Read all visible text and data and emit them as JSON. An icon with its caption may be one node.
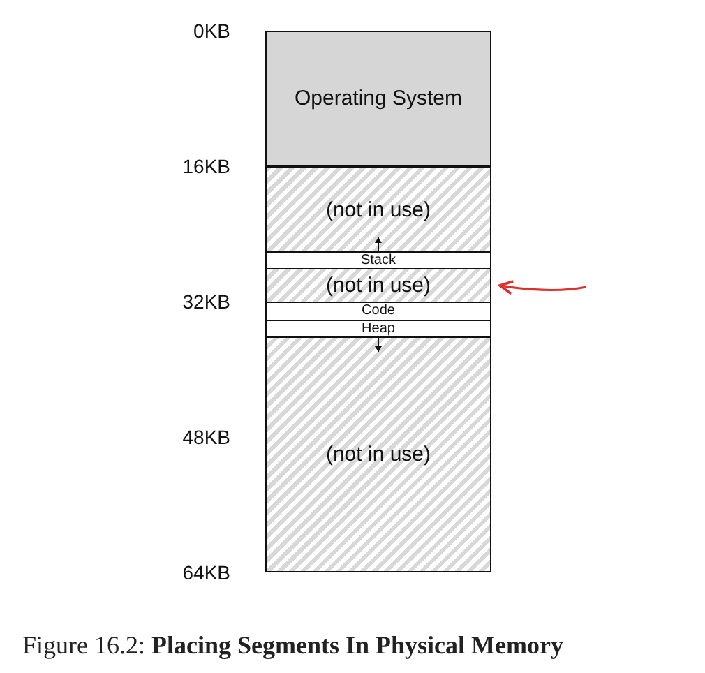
{
  "diagram": {
    "caption": "Figure 16.2: **Placing Segments In Physical Memory**",
    "nodes": [
      {
        "text": [
          "Operating System"
        ]
      },
      {
        "text": [
          "(not in use)"
        ]
      },
      {
        "text": [
          "Stack"
        ]
      },
      {
        "text": [
          "(not in use)"
        ]
      },
      {
        "text": [
          "Code"
        ]
      },
      {
        "text": [
          "Heap"
        ]
      },
      {
        "text": [
          "(not in use)"
        ]
      }
    ],
    "edges": [
      {
        "from": 2,
        "to": 1,
        "arrow": "to"
      },
      {
        "from": null,
        "to": 3,
        "arrow": "to",
        "color": "#e0302a"
      },
      {
        "from": 5,
        "to": 6,
        "arrow": "to"
      }
    ],
    "labels": [
      "0KB",
      "16KB",
      "32KB",
      "48KB",
      "64KB"
    ]
  }
}
